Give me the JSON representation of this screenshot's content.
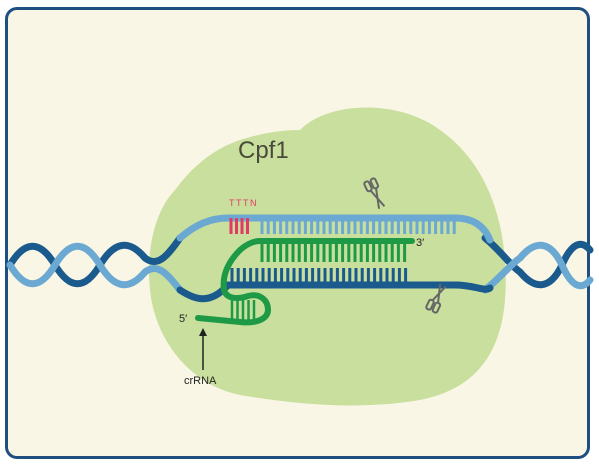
{
  "protein_label": "Cpf1",
  "pam_label": "TTTN",
  "end_3_label": "3′",
  "end_5_label": "5′",
  "crrna_label": "crRNA",
  "colors": {
    "frame": "#1f4f80",
    "background": "#f9f6e6",
    "protein": "#c9df9e",
    "dna_light": "#6ba9d2",
    "dna_dark": "#1a5a8c",
    "rna": "#1e9a47",
    "pam": "#e13b63",
    "scissors": "#666666"
  },
  "icons": [
    "scissors-icon",
    "scissors-icon",
    "arrow-up-icon"
  ]
}
